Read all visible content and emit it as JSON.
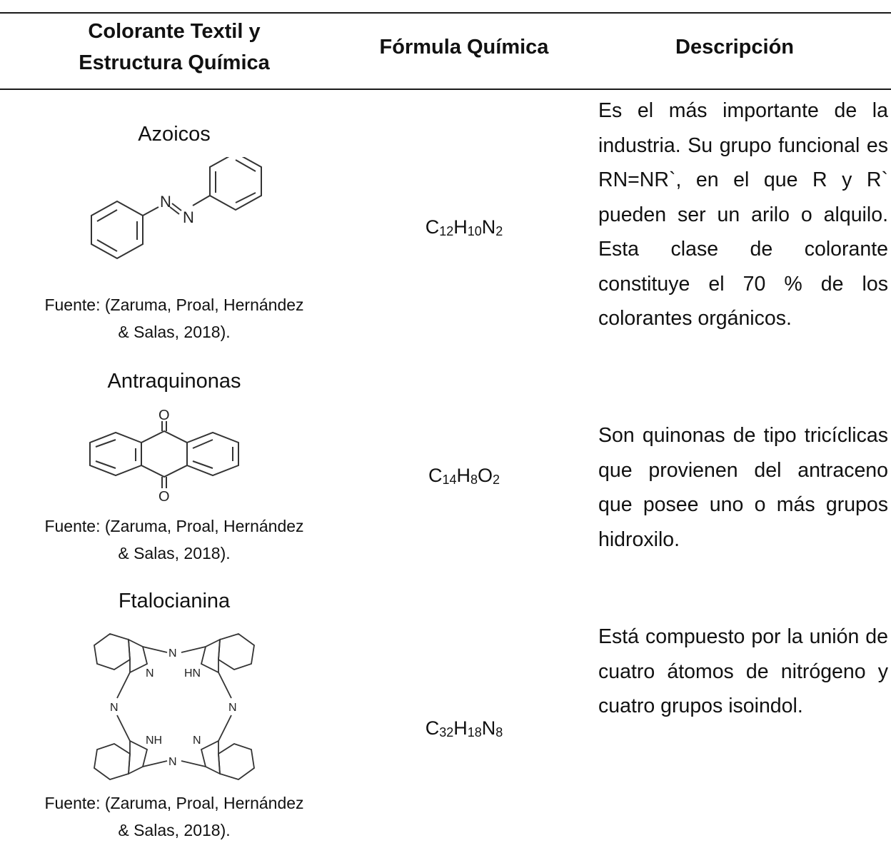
{
  "table": {
    "headers": {
      "col1_line1": "Colorante Textil y",
      "col1_line2": "Estructura Química",
      "col2": "Fórmula Química",
      "col3": "Descripción"
    },
    "rows": [
      {
        "name": "Azoicos",
        "formula": {
          "p1": "C",
          "s1": "12",
          "p2": "H",
          "s2": "10",
          "p3": "N",
          "s3": "2"
        },
        "source_line1": "Fuente: (Zaruma, Proal, Hernández",
        "source_line2": "& Salas, 2018).",
        "description": "Es el más importante de la industria. Su grupo funcional es RN=NR`, en el que R y R` pueden ser un arilo o alquilo. Esta clase de colorante constituye el 70 % de los colorantes orgánicos.",
        "structure_labels": {
          "n1": "N",
          "n2": "N"
        }
      },
      {
        "name": "Antraquinonas",
        "formula": {
          "p1": "C",
          "s1": "14",
          "p2": "H",
          "s2": "8",
          "p3": "O",
          "s3": "2"
        },
        "source_line1": "Fuente: (Zaruma, Proal, Hernández",
        "source_line2": "& Salas, 2018).",
        "description": "Son quinonas de tipo tricíclicas que provienen del antraceno que posee uno o más grupos hidroxilo.",
        "structure_labels": {
          "o1": "O",
          "o2": "O"
        }
      },
      {
        "name": "Ftalocianina",
        "formula": {
          "p1": "C",
          "s1": "32",
          "p2": "H",
          "s2": "18",
          "p3": "N",
          "s3": "8"
        },
        "source_line1": "Fuente: (Zaruma, Proal, Hernández",
        "source_line2": "& Salas, 2018).",
        "description": "Está compuesto por la unión de cuatro átomos de nitrógeno y cuatro grupos isoindol.",
        "structure_labels": {
          "n_top": "N",
          "n_left": "N",
          "n_right": "N",
          "n_bottom": "N",
          "n_ul": "N",
          "nh_ur": "HN",
          "nh_ll": "NH",
          "n_lr": "N"
        }
      }
    ]
  }
}
